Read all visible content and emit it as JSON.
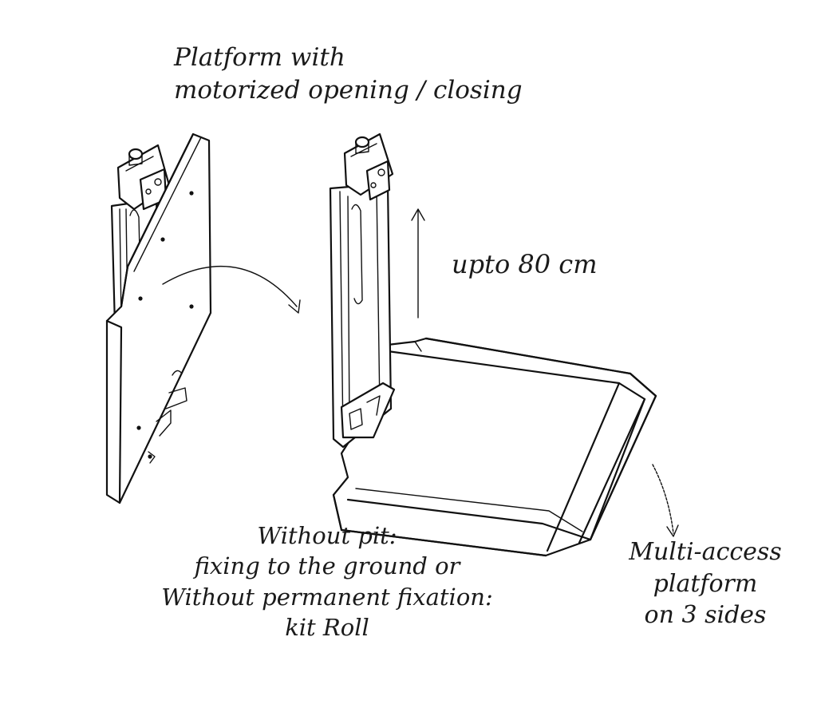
{
  "labels": {
    "top": [
      "Platform with",
      "motorized opening / closing"
    ],
    "height": "upto 80 cm",
    "bottom": [
      "Without pit:",
      "fixing to the ground or",
      "Without permanent fixation:",
      "kit Roll"
    ],
    "right": [
      "Multi-access",
      "platform",
      "on 3 sides"
    ]
  },
  "icons": {
    "folded": "folded-platform-drawing",
    "deployed": "deployed-platform-drawing",
    "rotate": "curved-arrow-icon",
    "lift": "up-arrow-icon",
    "access": "curved-pointer-arrow-icon"
  },
  "colors": {
    "ink": "#111111",
    "background": "#ffffff"
  }
}
